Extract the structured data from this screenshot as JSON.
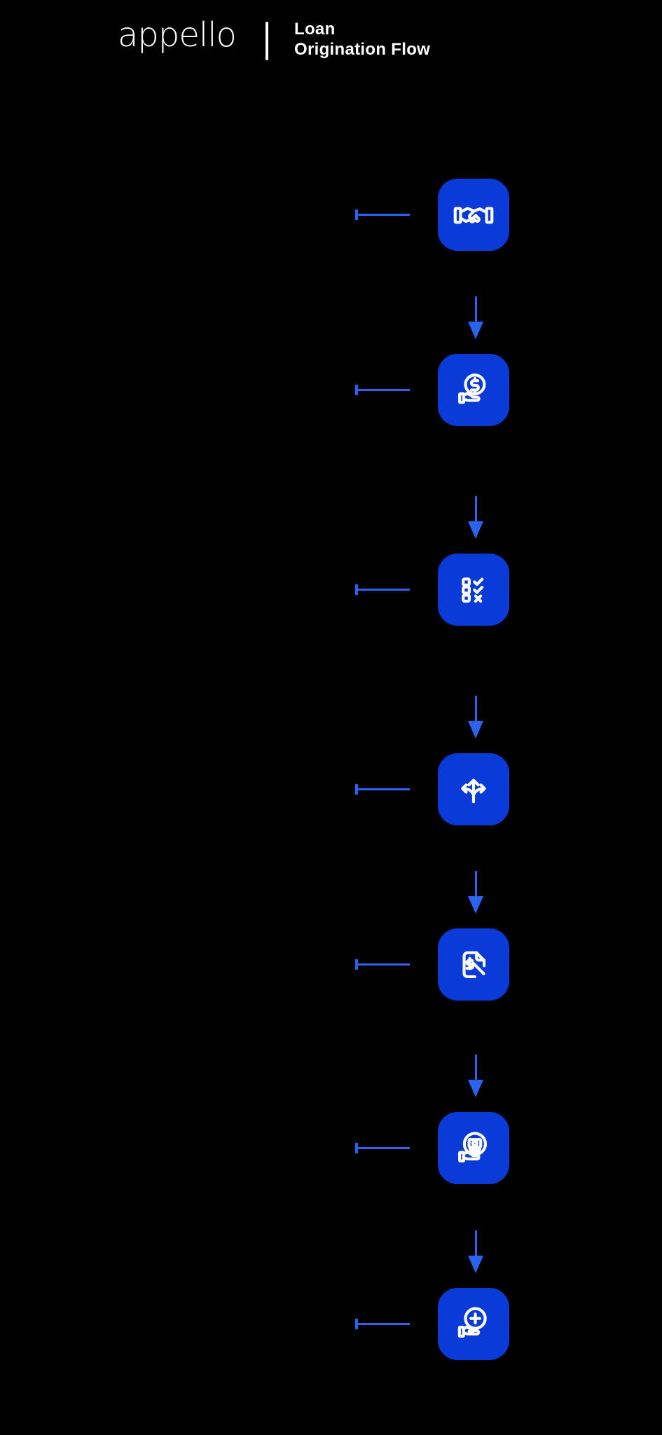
{
  "header": {
    "logo_text": "appello",
    "divider": "|",
    "title_line1": "Loan",
    "title_line2": "Origination Flow"
  },
  "colors": {
    "background": "#000000",
    "tile": "#0A3AD7",
    "connector": "#2A63EF",
    "icon_stroke": "#FFFFFF",
    "text": "#FFFFFF"
  },
  "flow": {
    "steps": [
      {
        "icon": "handshake-icon"
      },
      {
        "icon": "hand-holding-dollar-coin-icon"
      },
      {
        "icon": "checklist-approve-reject-icon"
      },
      {
        "icon": "three-way-decision-arrows-icon"
      },
      {
        "icon": "loan-document-signing-icon"
      },
      {
        "icon": "hand-holding-cash-icon"
      },
      {
        "icon": "hand-holding-coin-plus-icon"
      }
    ]
  }
}
